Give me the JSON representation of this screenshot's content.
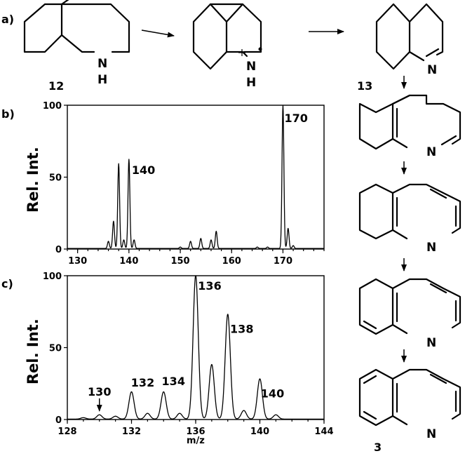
{
  "panel_labels": {
    "a": "a)",
    "b": "b)",
    "c": "c)"
  },
  "compounds": {
    "start": "12",
    "intermediate": "13",
    "product": "3"
  },
  "atoms": {
    "N": "N",
    "H": "H"
  },
  "chart_data": [
    {
      "type": "line",
      "title": "",
      "xlabel": "",
      "ylabel": "Rel. Int.",
      "xlim": [
        128,
        178
      ],
      "ylim": [
        0,
        100
      ],
      "x_ticks": [
        "130",
        "140",
        "150",
        "160",
        "170"
      ],
      "y_ticks": [
        "0",
        "50",
        "100"
      ],
      "peaks": [
        {
          "x": 136,
          "y": 5
        },
        {
          "x": 137,
          "y": 19
        },
        {
          "x": 138,
          "y": 59
        },
        {
          "x": 139,
          "y": 6
        },
        {
          "x": 140,
          "y": 62
        },
        {
          "x": 141,
          "y": 6
        },
        {
          "x": 150,
          "y": 1
        },
        {
          "x": 152,
          "y": 5
        },
        {
          "x": 154,
          "y": 7
        },
        {
          "x": 156,
          "y": 6
        },
        {
          "x": 157,
          "y": 12
        },
        {
          "x": 165,
          "y": 1
        },
        {
          "x": 167,
          "y": 1
        },
        {
          "x": 170,
          "y": 100
        },
        {
          "x": 171,
          "y": 14
        },
        {
          "x": 172,
          "y": 2
        }
      ],
      "peak_labels": [
        {
          "x": 140,
          "y": 62,
          "text": "140"
        },
        {
          "x": 170,
          "y": 100,
          "text": "170"
        }
      ]
    },
    {
      "type": "line",
      "title": "",
      "xlabel": "m/z",
      "ylabel": "Rel. Int.",
      "xlim": [
        128,
        144
      ],
      "ylim": [
        0,
        100
      ],
      "x_ticks": [
        "128",
        "132",
        "136",
        "140",
        "144"
      ],
      "y_ticks": [
        "0",
        "50",
        "100"
      ],
      "peaks": [
        {
          "x": 129,
          "y": 1
        },
        {
          "x": 130,
          "y": 3
        },
        {
          "x": 131,
          "y": 2
        },
        {
          "x": 132,
          "y": 19
        },
        {
          "x": 133,
          "y": 4
        },
        {
          "x": 134,
          "y": 19
        },
        {
          "x": 135,
          "y": 4
        },
        {
          "x": 136,
          "y": 100
        },
        {
          "x": 137,
          "y": 38
        },
        {
          "x": 138,
          "y": 73
        },
        {
          "x": 139,
          "y": 6
        },
        {
          "x": 140,
          "y": 28
        },
        {
          "x": 141,
          "y": 3
        }
      ],
      "peak_labels": [
        {
          "x": 130,
          "y": 3,
          "text": "130",
          "arrow": true
        },
        {
          "x": 132,
          "y": 19,
          "text": "132"
        },
        {
          "x": 134,
          "y": 19,
          "text": "134"
        },
        {
          "x": 136,
          "y": 100,
          "text": "136"
        },
        {
          "x": 138,
          "y": 73,
          "text": "138"
        },
        {
          "x": 140,
          "y": 28,
          "text": "140"
        }
      ]
    }
  ]
}
